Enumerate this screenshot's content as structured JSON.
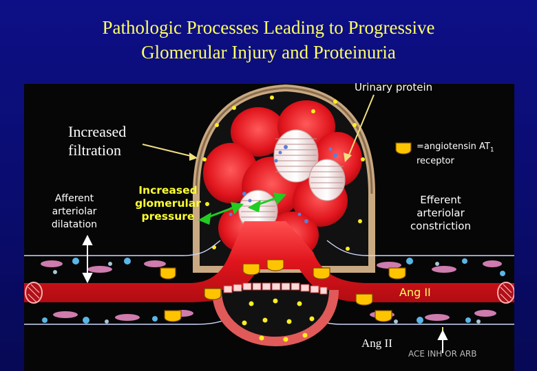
{
  "title": {
    "line1": "Pathologic Processes Leading to Progressive",
    "line2": "Glomerular Injury and Proteinuria"
  },
  "labels": {
    "urinary_protein": "Urinary protein",
    "increased_filtration": "Increased filtration",
    "afferent": "Afferent arteriolar dilatation",
    "increased_glomerular": "Increased glomerular pressure",
    "efferent": "Efferent arteriolar constriction",
    "angiotensin_prefix": "=angiotensin AT",
    "angiotensin_sub": "1",
    "angiotensin_suffix": "receptor",
    "ang_ii_vessel": "Ang II",
    "ang_ii_bottom": "Ang II",
    "ace_arb": "ACE INH OR ARB"
  },
  "colors": {
    "background": "#0d0f86",
    "title": "#ffff66",
    "vessel": "#e8161e",
    "receptor": "#ffcc00",
    "arrow_green": "#22cc22"
  }
}
